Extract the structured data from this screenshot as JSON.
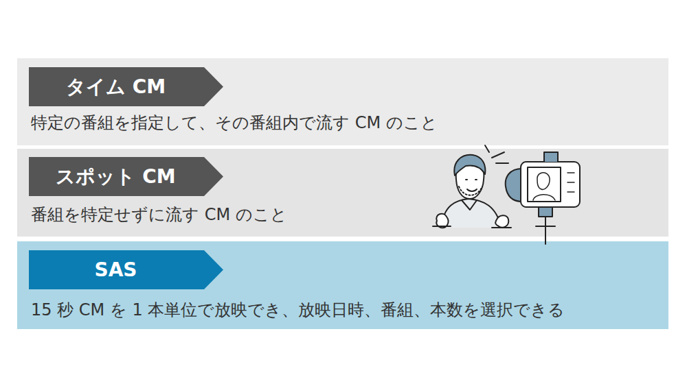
{
  "diagram": {
    "nodes": [
      {
        "text": [
          "タイム CM",
          "特定の番組を指定して、その番組内で流す CM のこと"
        ]
      },
      {
        "text": [
          "スポット CM",
          "番組を特定せずに流す CM のこと"
        ]
      },
      {
        "text": [
          "SAS",
          "15 秒 CM を 1 本単位で放映でき、放映日時、番組、本数を選択できる"
        ]
      }
    ],
    "edges": []
  }
}
